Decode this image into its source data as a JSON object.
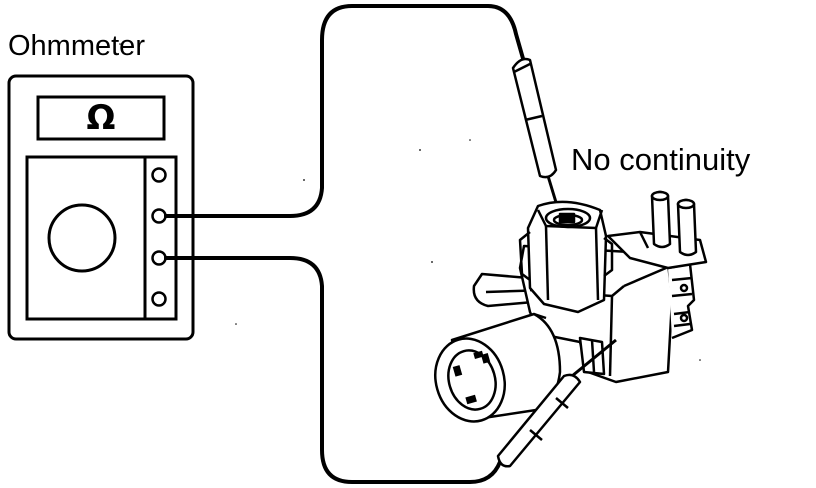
{
  "meter": {
    "title": "Ohmmeter",
    "display_symbol": "Ω",
    "terminals": 4,
    "connected_terminals": [
      2,
      3
    ]
  },
  "component": {
    "result_label": "No continuity"
  },
  "icons": [
    "ohmmeter-icon",
    "probe-icon",
    "solenoid-valve-icon",
    "connector-icon",
    "vacuum-port-icon"
  ],
  "colors": {
    "ink": "#000000",
    "paper": "#ffffff"
  }
}
